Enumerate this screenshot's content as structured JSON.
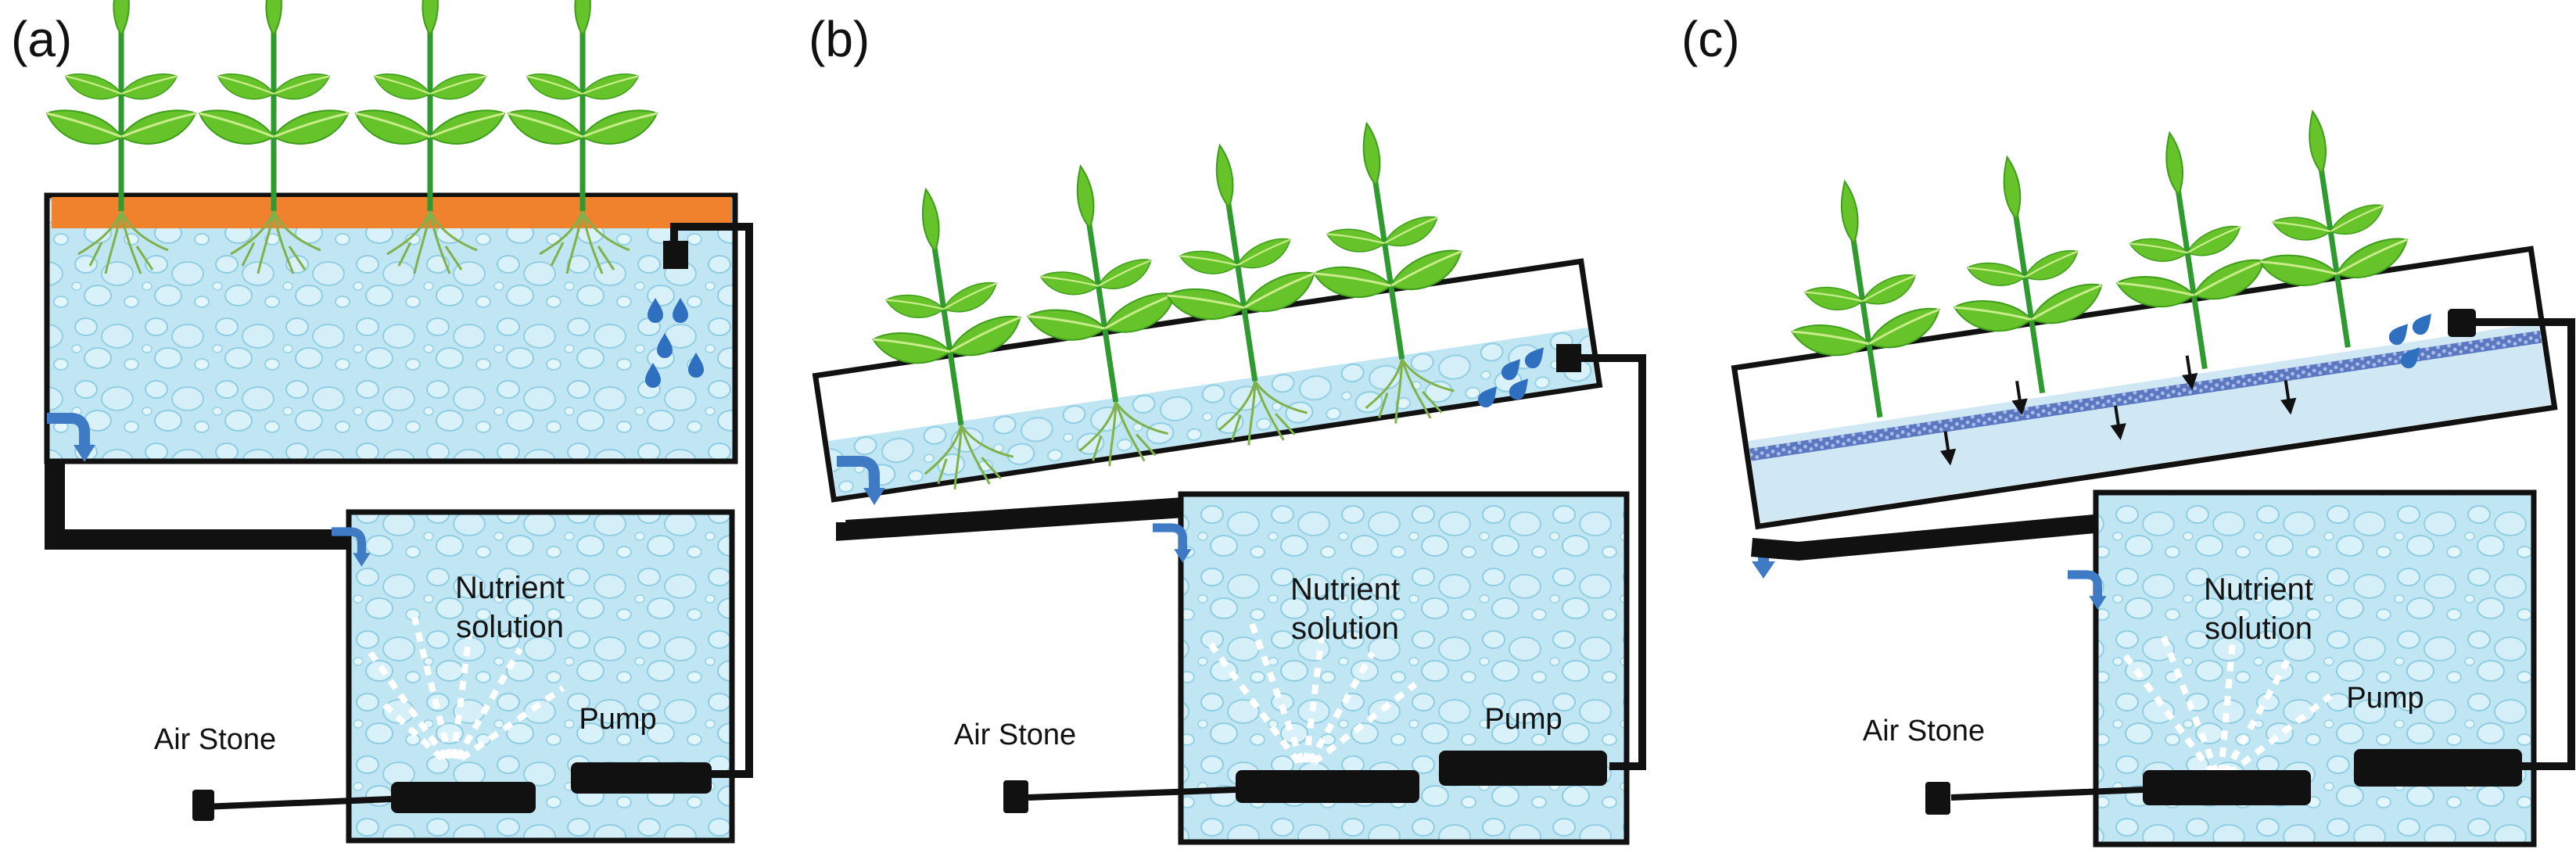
{
  "panels": [
    {
      "label": "(a)",
      "nutrient_line1": "Nutrient",
      "nutrient_line2": "solution",
      "pump": "Pump",
      "air_stone": "Air Stone"
    },
    {
      "label": "(b)",
      "nutrient_line1": "Nutrient",
      "nutrient_line2": "solution",
      "pump": "Pump",
      "air_stone": "Air Stone"
    },
    {
      "label": "(c)",
      "nutrient_line1": "Nutrient",
      "nutrient_line2": "solution",
      "pump": "Pump",
      "air_stone": "Air Stone"
    }
  ],
  "colors": {
    "water": "#bfe6f2",
    "water_dark": "#9fd3e6",
    "raft": "#f0822e",
    "pipe": "#111111",
    "arrow": "#3f7bc4",
    "drop": "#2f6fc0",
    "leaf": "#66c32a",
    "stem": "#2f9a2f",
    "root": "#7fb24a",
    "mesh": "#3a5aa8"
  }
}
